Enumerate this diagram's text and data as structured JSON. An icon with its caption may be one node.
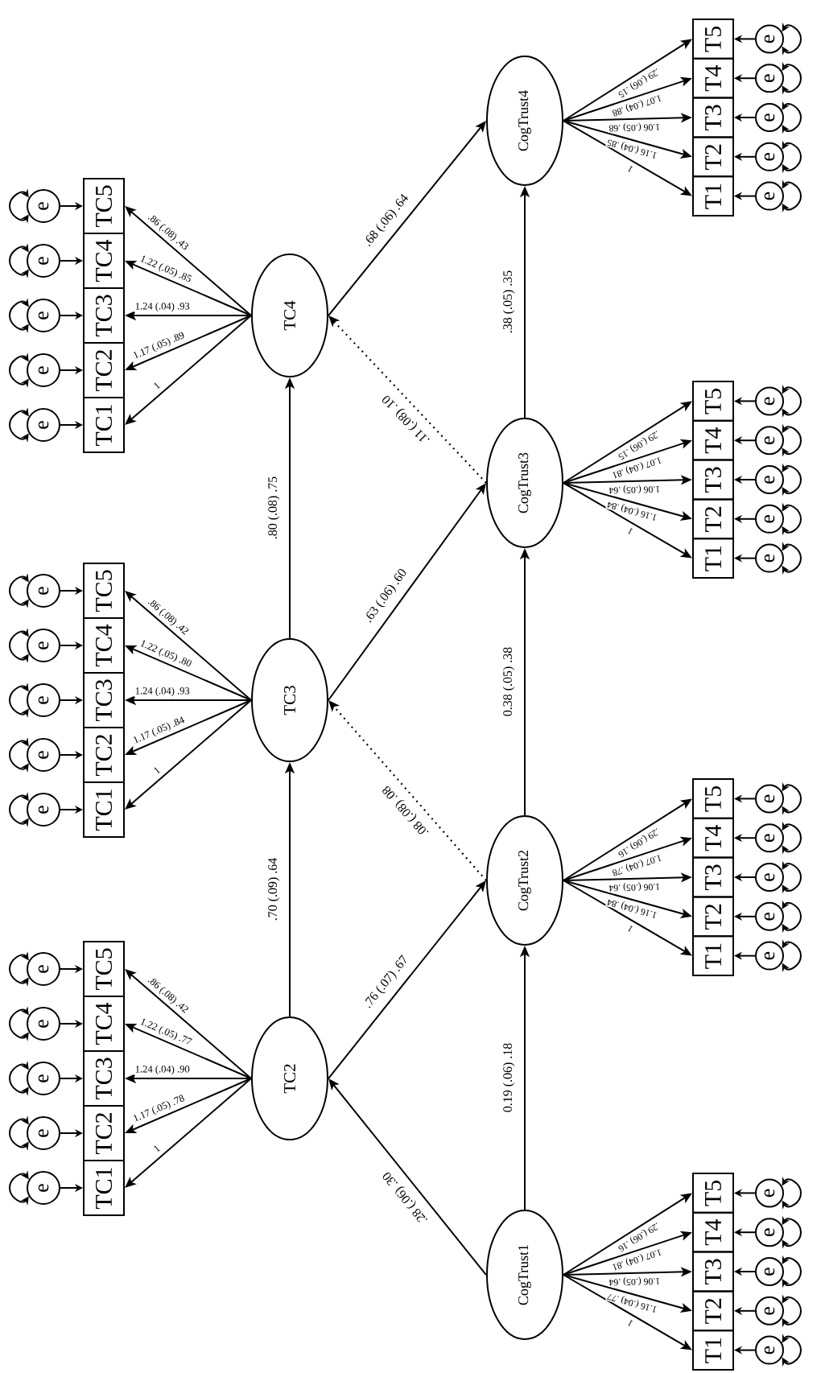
{
  "diagram": {
    "nodes": [
      {
        "text": [
          "TC2"
        ]
      },
      {
        "text": [
          "TC3"
        ]
      },
      {
        "text": [
          "TC4"
        ]
      },
      {
        "text": [
          "CogTrust1"
        ]
      },
      {
        "text": [
          "CogTrust2"
        ]
      },
      {
        "text": [
          "CogTrust3"
        ]
      },
      {
        "text": [
          "CogTrust4"
        ]
      },
      {
        "text": [
          "TC1"
        ]
      },
      {
        "text": [
          "TC2"
        ]
      },
      {
        "text": [
          "TC3"
        ]
      },
      {
        "text": [
          "TC4"
        ]
      },
      {
        "text": [
          "TC5"
        ]
      },
      {
        "text": [
          "e"
        ]
      },
      {
        "text": [
          "e"
        ]
      },
      {
        "text": [
          "e"
        ]
      },
      {
        "text": [
          "e"
        ]
      },
      {
        "text": [
          "e"
        ]
      },
      {
        "text": [
          "TC1"
        ]
      },
      {
        "text": [
          "TC2"
        ]
      },
      {
        "text": [
          "TC3"
        ]
      },
      {
        "text": [
          "TC4"
        ]
      },
      {
        "text": [
          "TC5"
        ]
      },
      {
        "text": [
          "e"
        ]
      },
      {
        "text": [
          "e"
        ]
      },
      {
        "text": [
          "e"
        ]
      },
      {
        "text": [
          "e"
        ]
      },
      {
        "text": [
          "e"
        ]
      },
      {
        "text": [
          "TC1"
        ]
      },
      {
        "text": [
          "TC2"
        ]
      },
      {
        "text": [
          "TC3"
        ]
      },
      {
        "text": [
          "TC4"
        ]
      },
      {
        "text": [
          "TC5"
        ]
      },
      {
        "text": [
          "e"
        ]
      },
      {
        "text": [
          "e"
        ]
      },
      {
        "text": [
          "e"
        ]
      },
      {
        "text": [
          "e"
        ]
      },
      {
        "text": [
          "e"
        ]
      },
      {
        "text": [
          "T1"
        ]
      },
      {
        "text": [
          "T2"
        ]
      },
      {
        "text": [
          "T3"
        ]
      },
      {
        "text": [
          "T4"
        ]
      },
      {
        "text": [
          "T5"
        ]
      },
      {
        "text": [
          "e"
        ]
      },
      {
        "text": [
          "e"
        ]
      },
      {
        "text": [
          "e"
        ]
      },
      {
        "text": [
          "e"
        ]
      },
      {
        "text": [
          "e"
        ]
      },
      {
        "text": [
          "T1"
        ]
      },
      {
        "text": [
          "T2"
        ]
      },
      {
        "text": [
          "T3"
        ]
      },
      {
        "text": [
          "T4"
        ]
      },
      {
        "text": [
          "T5"
        ]
      },
      {
        "text": [
          "e"
        ]
      },
      {
        "text": [
          "e"
        ]
      },
      {
        "text": [
          "e"
        ]
      },
      {
        "text": [
          "e"
        ]
      },
      {
        "text": [
          "e"
        ]
      },
      {
        "text": [
          "T1"
        ]
      },
      {
        "text": [
          "T2"
        ]
      },
      {
        "text": [
          "T3"
        ]
      },
      {
        "text": [
          "T4"
        ]
      },
      {
        "text": [
          "T5"
        ]
      },
      {
        "text": [
          "e"
        ]
      },
      {
        "text": [
          "e"
        ]
      },
      {
        "text": [
          "e"
        ]
      },
      {
        "text": [
          "e"
        ]
      },
      {
        "text": [
          "e"
        ]
      },
      {
        "text": [
          "T1"
        ]
      },
      {
        "text": [
          "T2"
        ]
      },
      {
        "text": [
          "T3"
        ]
      },
      {
        "text": [
          "T4"
        ]
      },
      {
        "text": [
          "T5"
        ]
      },
      {
        "text": [
          "e"
        ]
      },
      {
        "text": [
          "e"
        ]
      },
      {
        "text": [
          "e"
        ]
      },
      {
        "text": [
          "e"
        ]
      },
      {
        "text": [
          "e"
        ]
      }
    ],
    "edges": [
      {
        "from": 0,
        "to": 1,
        "arrow": "to",
        "label": ".70 (.09) .64"
      },
      {
        "from": 1,
        "to": 2,
        "arrow": "to",
        "label": ".80 (.08) .75"
      },
      {
        "from": 2,
        "to": 6,
        "arrow": "to",
        "label": ".68 (.06) .64"
      },
      {
        "from": 1,
        "to": 5,
        "arrow": "to",
        "label": ".63 (.06) .60"
      },
      {
        "from": 0,
        "to": 4,
        "arrow": "to",
        "label": ".76 (.07) .67"
      },
      {
        "from": 3,
        "to": 0,
        "arrow": "to",
        "label": ".28 (.06) .30"
      },
      {
        "from": 4,
        "to": 1,
        "arrow": "to",
        "label": ".08 (.08) .08",
        "style": "dashed"
      },
      {
        "from": 5,
        "to": 2,
        "arrow": "to",
        "label": ".11 (.08) .10",
        "style": "dashed"
      },
      {
        "from": 3,
        "to": 4,
        "arrow": "to",
        "label": "0.19 (.06) .18"
      },
      {
        "from": 4,
        "to": 5,
        "arrow": "to",
        "label": "0.38 (.05) .38"
      },
      {
        "from": 5,
        "to": 6,
        "arrow": "to",
        "label": ".38 (.05) .35"
      },
      {
        "from": 0,
        "to": 7,
        "arrow": "to",
        "label": "1"
      },
      {
        "from": 0,
        "to": 8,
        "arrow": "to",
        "label": "1.17 (.05) .78"
      },
      {
        "from": 0,
        "to": 9,
        "arrow": "to",
        "label": "1.24 (.04) .90"
      },
      {
        "from": 0,
        "to": 10,
        "arrow": "to",
        "label": "1.22 (.05) .77"
      },
      {
        "from": 0,
        "to": 11,
        "arrow": "to",
        "label": ".86 (.08) .42"
      },
      {
        "from": 12,
        "to": 7,
        "arrow": "to"
      },
      {
        "from": 13,
        "to": 8,
        "arrow": "to"
      },
      {
        "from": 14,
        "to": 9,
        "arrow": "to"
      },
      {
        "from": 15,
        "to": 10,
        "arrow": "to"
      },
      {
        "from": 16,
        "to": 11,
        "arrow": "to"
      },
      {
        "from": 12,
        "to": 12,
        "arrow": "both"
      },
      {
        "from": 13,
        "to": 13,
        "arrow": "both"
      },
      {
        "from": 14,
        "to": 14,
        "arrow": "both"
      },
      {
        "from": 15,
        "to": 15,
        "arrow": "both"
      },
      {
        "from": 16,
        "to": 16,
        "arrow": "both"
      },
      {
        "from": 1,
        "to": 17,
        "arrow": "to",
        "label": "1"
      },
      {
        "from": 1,
        "to": 18,
        "arrow": "to",
        "label": "1.17 (.05) .84"
      },
      {
        "from": 1,
        "to": 19,
        "arrow": "to",
        "label": "1.24 (.04) .93"
      },
      {
        "from": 1,
        "to": 20,
        "arrow": "to",
        "label": "1.22 (.05) .80"
      },
      {
        "from": 1,
        "to": 21,
        "arrow": "to",
        "label": ".86 (.08) .42"
      },
      {
        "from": 22,
        "to": 17,
        "arrow": "to"
      },
      {
        "from": 23,
        "to": 18,
        "arrow": "to"
      },
      {
        "from": 24,
        "to": 19,
        "arrow": "to"
      },
      {
        "from": 25,
        "to": 20,
        "arrow": "to"
      },
      {
        "from": 26,
        "to": 21,
        "arrow": "to"
      },
      {
        "from": 22,
        "to": 22,
        "arrow": "both"
      },
      {
        "from": 23,
        "to": 23,
        "arrow": "both"
      },
      {
        "from": 24,
        "to": 24,
        "arrow": "both"
      },
      {
        "from": 25,
        "to": 25,
        "arrow": "both"
      },
      {
        "from": 26,
        "to": 26,
        "arrow": "both"
      },
      {
        "from": 2,
        "to": 27,
        "arrow": "to",
        "label": "1"
      },
      {
        "from": 2,
        "to": 28,
        "arrow": "to",
        "label": "1.17 (.05) .89"
      },
      {
        "from": 2,
        "to": 29,
        "arrow": "to",
        "label": "1.24 (.04) .93"
      },
      {
        "from": 2,
        "to": 30,
        "arrow": "to",
        "label": "1.22 (.05) .85"
      },
      {
        "from": 2,
        "to": 31,
        "arrow": "to",
        "label": ".86 (.08) .43"
      },
      {
        "from": 32,
        "to": 27,
        "arrow": "to"
      },
      {
        "from": 33,
        "to": 28,
        "arrow": "to"
      },
      {
        "from": 34,
        "to": 29,
        "arrow": "to"
      },
      {
        "from": 35,
        "to": 30,
        "arrow": "to"
      },
      {
        "from": 36,
        "to": 31,
        "arrow": "to"
      },
      {
        "from": 32,
        "to": 32,
        "arrow": "both"
      },
      {
        "from": 33,
        "to": 33,
        "arrow": "both"
      },
      {
        "from": 34,
        "to": 34,
        "arrow": "both"
      },
      {
        "from": 35,
        "to": 35,
        "arrow": "both"
      },
      {
        "from": 36,
        "to": 36,
        "arrow": "both"
      },
      {
        "from": 3,
        "to": 37,
        "arrow": "to",
        "label": "1"
      },
      {
        "from": 3,
        "to": 38,
        "arrow": "to",
        "label": "1.16 (.04) .77"
      },
      {
        "from": 3,
        "to": 39,
        "arrow": "to",
        "label": "1.06 (.05) .64"
      },
      {
        "from": 3,
        "to": 40,
        "arrow": "to",
        "label": "1.07 (.04) .81"
      },
      {
        "from": 3,
        "to": 41,
        "arrow": "to",
        "label": ".29 (.06) .16"
      },
      {
        "from": 42,
        "to": 37,
        "arrow": "to"
      },
      {
        "from": 43,
        "to": 38,
        "arrow": "to"
      },
      {
        "from": 44,
        "to": 39,
        "arrow": "to"
      },
      {
        "from": 45,
        "to": 40,
        "arrow": "to"
      },
      {
        "from": 46,
        "to": 41,
        "arrow": "to"
      },
      {
        "from": 42,
        "to": 42,
        "arrow": "both"
      },
      {
        "from": 43,
        "to": 43,
        "arrow": "both"
      },
      {
        "from": 44,
        "to": 44,
        "arrow": "both"
      },
      {
        "from": 45,
        "to": 45,
        "arrow": "both"
      },
      {
        "from": 46,
        "to": 46,
        "arrow": "both"
      },
      {
        "from": 4,
        "to": 47,
        "arrow": "to",
        "label": "1"
      },
      {
        "from": 4,
        "to": 48,
        "arrow": "to",
        "label": "1.16 (.04) .84"
      },
      {
        "from": 4,
        "to": 49,
        "arrow": "to",
        "label": "1.06 (.05) .64"
      },
      {
        "from": 4,
        "to": 50,
        "arrow": "to",
        "label": "1.07 (.04) .78"
      },
      {
        "from": 4,
        "to": 51,
        "arrow": "to",
        "label": ".29 (.06) .16"
      },
      {
        "from": 52,
        "to": 47,
        "arrow": "to"
      },
      {
        "from": 53,
        "to": 48,
        "arrow": "to"
      },
      {
        "from": 54,
        "to": 49,
        "arrow": "to"
      },
      {
        "from": 55,
        "to": 50,
        "arrow": "to"
      },
      {
        "from": 56,
        "to": 51,
        "arrow": "to"
      },
      {
        "from": 52,
        "to": 52,
        "arrow": "both"
      },
      {
        "from": 53,
        "to": 53,
        "arrow": "both"
      },
      {
        "from": 54,
        "to": 54,
        "arrow": "both"
      },
      {
        "from": 55,
        "to": 55,
        "arrow": "both"
      },
      {
        "from": 56,
        "to": 56,
        "arrow": "both"
      },
      {
        "from": 5,
        "to": 57,
        "arrow": "to",
        "label": "1"
      },
      {
        "from": 5,
        "to": 58,
        "arrow": "to",
        "label": "1.16 (.04) .84"
      },
      {
        "from": 5,
        "to": 59,
        "arrow": "to",
        "label": "1.06 (.05) .64"
      },
      {
        "from": 5,
        "to": 60,
        "arrow": "to",
        "label": "1.07 (.04) .81"
      },
      {
        "from": 5,
        "to": 61,
        "arrow": "to",
        "label": ".29 (.06) .15"
      },
      {
        "from": 62,
        "to": 57,
        "arrow": "to"
      },
      {
        "from": 63,
        "to": 58,
        "arrow": "to"
      },
      {
        "from": 64,
        "to": 59,
        "arrow": "to"
      },
      {
        "from": 65,
        "to": 60,
        "arrow": "to"
      },
      {
        "from": 66,
        "to": 61,
        "arrow": "to"
      },
      {
        "from": 62,
        "to": 62,
        "arrow": "both"
      },
      {
        "from": 63,
        "to": 63,
        "arrow": "both"
      },
      {
        "from": 64,
        "to": 64,
        "arrow": "both"
      },
      {
        "from": 65,
        "to": 65,
        "arrow": "both"
      },
      {
        "from": 66,
        "to": 66,
        "arrow": "both"
      },
      {
        "from": 6,
        "to": 67,
        "arrow": "to",
        "label": "1"
      },
      {
        "from": 6,
        "to": 68,
        "arrow": "to",
        "label": "1.16 (.04) .85"
      },
      {
        "from": 6,
        "to": 69,
        "arrow": "to",
        "label": "1.06 (.05) .68"
      },
      {
        "from": 6,
        "to": 70,
        "arrow": "to",
        "label": "1.07 (.04) .88"
      },
      {
        "from": 6,
        "to": 71,
        "arrow": "to",
        "label": ".29 (.06) .15"
      },
      {
        "from": 72,
        "to": 67,
        "arrow": "to"
      },
      {
        "from": 73,
        "to": 68,
        "arrow": "to"
      },
      {
        "from": 74,
        "to": 69,
        "arrow": "to"
      },
      {
        "from": 75,
        "to": 70,
        "arrow": "to"
      },
      {
        "from": 76,
        "to": 71,
        "arrow": "to"
      },
      {
        "from": 72,
        "to": 72,
        "arrow": "both"
      },
      {
        "from": 73,
        "to": 73,
        "arrow": "both"
      },
      {
        "from": 74,
        "to": 74,
        "arrow": "both"
      },
      {
        "from": 75,
        "to": 75,
        "arrow": "both"
      },
      {
        "from": 76,
        "to": 76,
        "arrow": "both"
      }
    ]
  }
}
